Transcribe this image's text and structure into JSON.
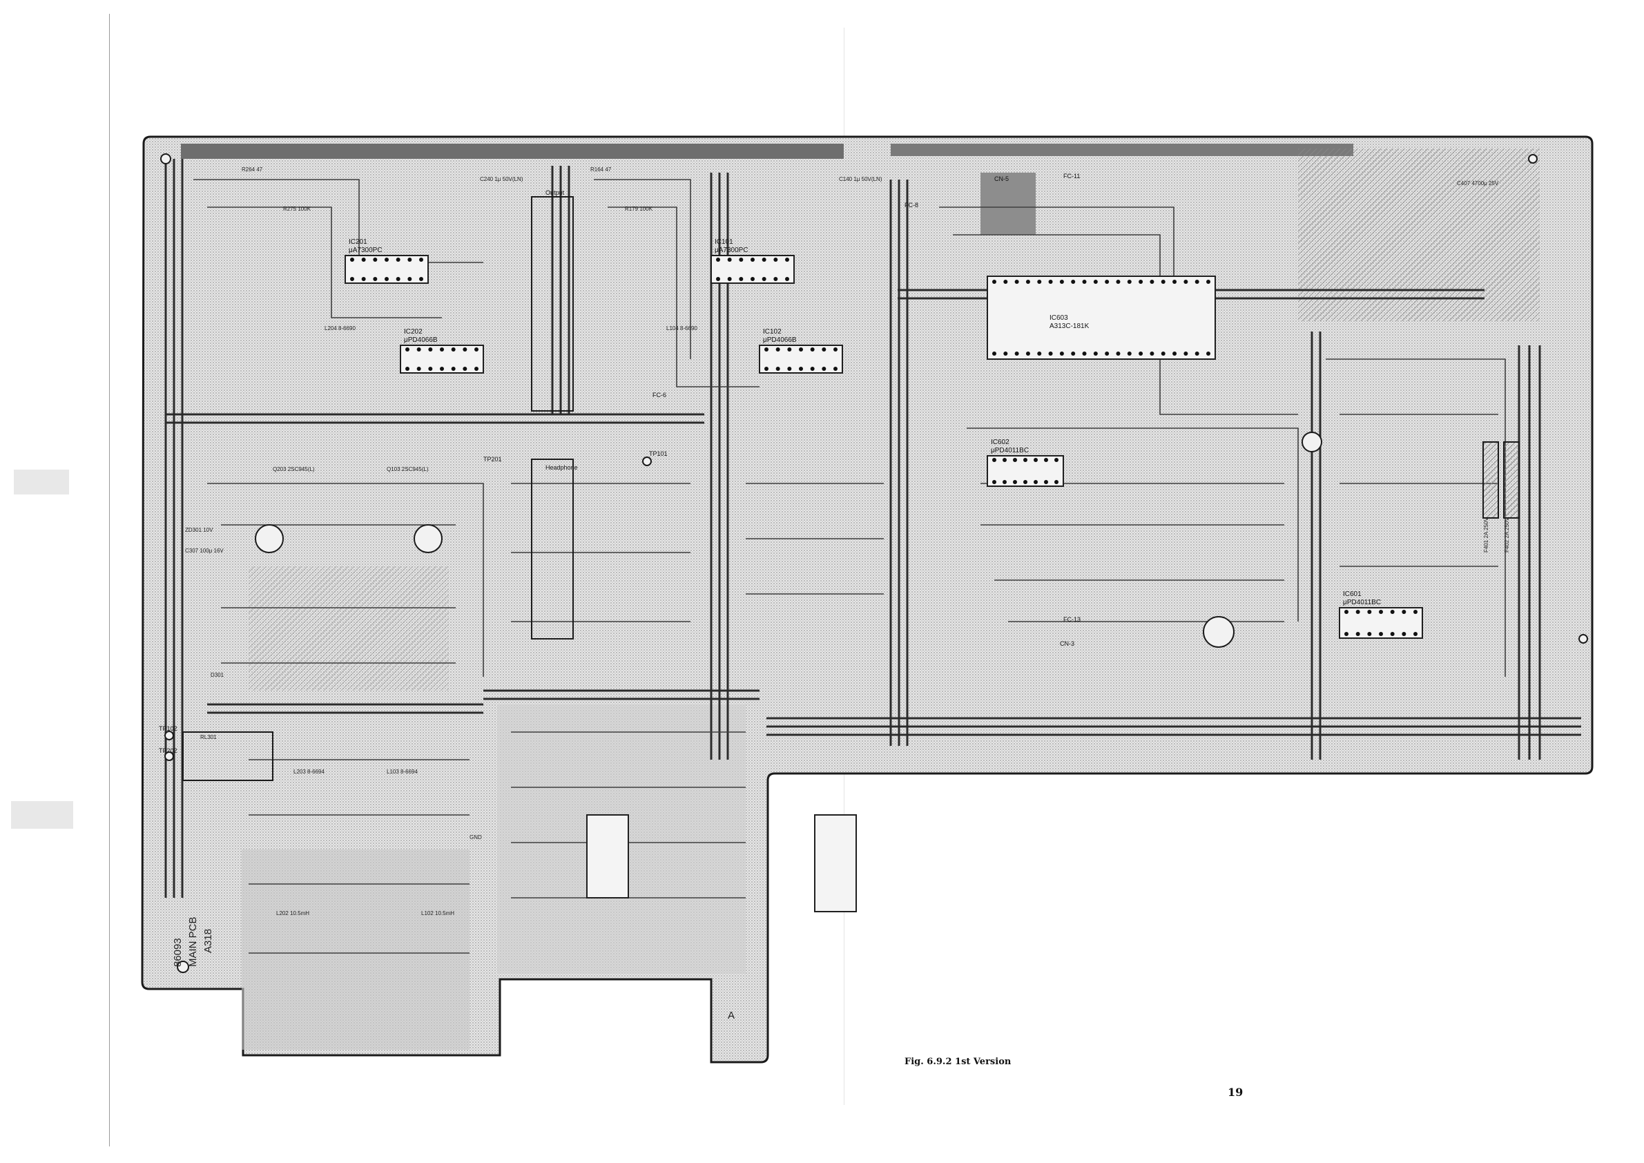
{
  "document": {
    "figure_caption": "Fig. 6.9.2  1st Version",
    "page_number": "19"
  },
  "board": {
    "silkscreen_id": "86093",
    "silkscreen_name": "MAIN PCB",
    "silkscreen_rev": "A318",
    "corner_mark": "A",
    "ic_labels": [
      {
        "ref": "IC201",
        "part": "μA7300PC"
      },
      {
        "ref": "IC202",
        "part": "μPD4066B"
      },
      {
        "ref": "IC101",
        "part": "μA7300PC"
      },
      {
        "ref": "IC102",
        "part": "μPD4066B"
      },
      {
        "ref": "IC601",
        "part": "μPD4011BC"
      },
      {
        "ref": "IC602",
        "part": "μPD4011BC"
      },
      {
        "ref": "IC603",
        "part": "A313C-181K"
      }
    ],
    "connector_labels": [
      "FC-6",
      "FC-8",
      "FC-11",
      "FC-13",
      "CN-3",
      "CN-5",
      "Headphone",
      "Output"
    ],
    "test_points": [
      "TP101",
      "TP102",
      "TP201",
      "TP202"
    ],
    "misc_labels": [
      "R264 47",
      "R164 47",
      "C240 1μ 50V(LN)",
      "C140 1μ 50V(LN)",
      "R275 100K",
      "R179 100K",
      "L204 8-6690",
      "L104 8-6690",
      "L203 8-6694",
      "L103 8-6694",
      "L202 10.5mH",
      "L102 10.5mH",
      "Q103 2SC945(L)",
      "Q203 2SC945(L)",
      "F401 2A 250V",
      "F402 2A 250V",
      "C407 4700μ 25V",
      "RL301",
      "GND",
      "D301",
      "ZD301 10V",
      "C307 100μ 16V"
    ]
  }
}
